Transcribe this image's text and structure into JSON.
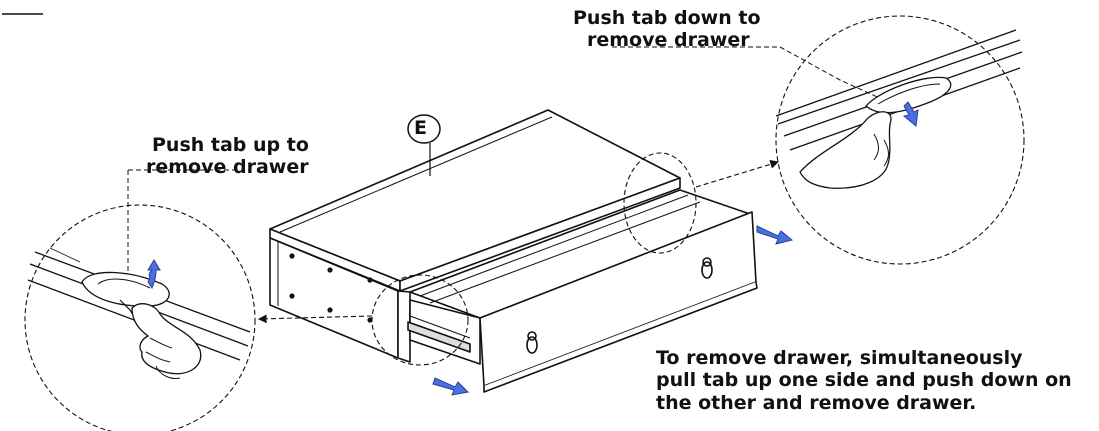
{
  "labels": {
    "push_down_line1": "Push tab down to",
    "push_down_line2": "remove drawer",
    "push_up_line1": "Push tab up to",
    "push_up_line2": "remove drawer",
    "part_letter": "E",
    "instruction_line1": "To remove drawer, simultaneously",
    "instruction_line2": "pull tab up one side and push down on",
    "instruction_line3": "the other and remove drawer."
  },
  "colors": {
    "line": "#111111",
    "arrow_fill": "#4a6fe0",
    "arrow_stroke": "#2a3f9a"
  },
  "icons": [
    "pull-direction-arrow-icon",
    "tab-up-arrow-icon",
    "tab-down-arrow-icon",
    "hand-icon"
  ]
}
